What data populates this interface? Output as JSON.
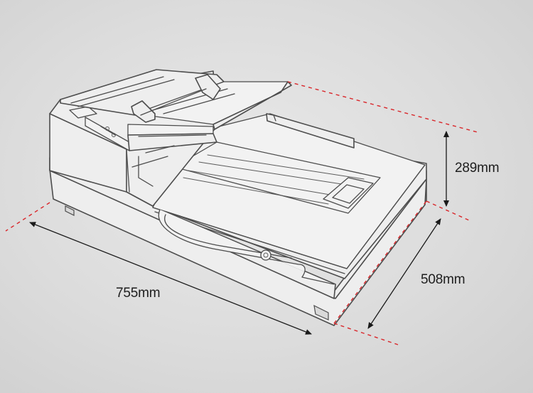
{
  "dimensions": {
    "height": "289mm",
    "width": "755mm",
    "depth": "508mm"
  },
  "colors": {
    "guide_line": "#d9262a",
    "dimension_arrow": "#1a1a1a",
    "outline": "#4d4d4d",
    "background": "#dcdcdc"
  },
  "icons": {
    "device": "flatbed-scanner-icon"
  }
}
